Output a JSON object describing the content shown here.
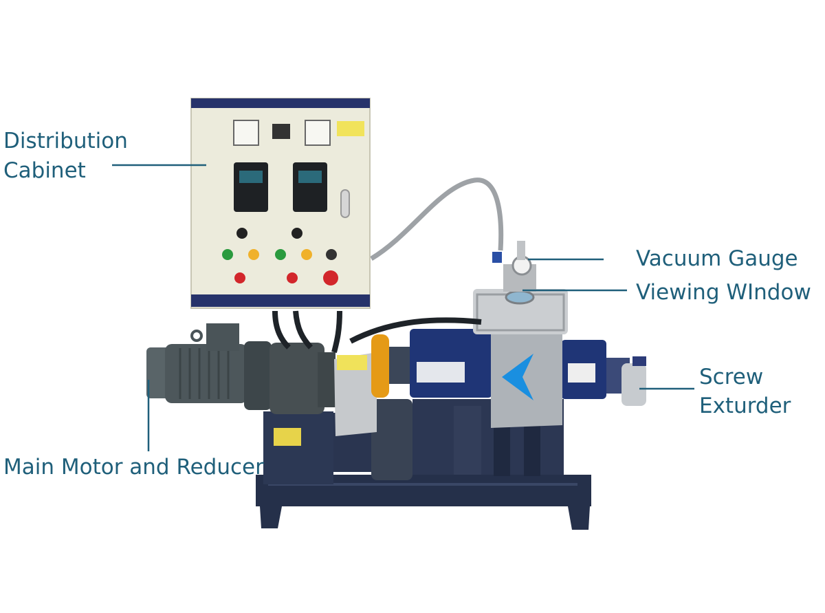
{
  "labels": {
    "distribution_cabinet_line1": "Distribution",
    "distribution_cabinet_line2": "Cabinet",
    "vacuum_gauge": "Vacuum Gauge",
    "viewing_window": "Viewing WIndow",
    "screw_extruder_line1": "Screw",
    "screw_extruder_line2": "Exturder",
    "main_motor": "Main Motor and Reducer"
  },
  "colors": {
    "label_text": "#1f5f7a",
    "leader_line": "#1f5f7a",
    "machine_blue": "#2a3550",
    "cabinet_body": "#ecebdc",
    "cabinet_trim": "#27336b",
    "motor_grey": "#4d575b",
    "steel": "#b9bcc0",
    "coupling_orange": "#e59a16"
  }
}
